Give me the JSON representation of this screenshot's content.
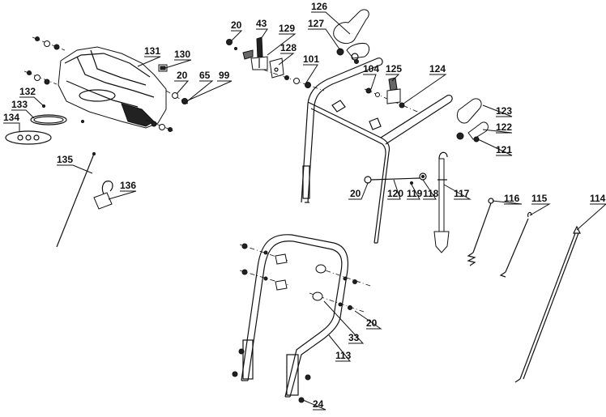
{
  "callouts": [
    {
      "id": "c126",
      "text": "126"
    },
    {
      "id": "c127",
      "text": "127"
    },
    {
      "id": "c20a",
      "text": "20"
    },
    {
      "id": "c43",
      "text": "43"
    },
    {
      "id": "c129",
      "text": "129"
    },
    {
      "id": "c128",
      "text": "128"
    },
    {
      "id": "c131",
      "text": "131"
    },
    {
      "id": "c130",
      "text": "130"
    },
    {
      "id": "c101",
      "text": "101"
    },
    {
      "id": "c20b",
      "text": "20"
    },
    {
      "id": "c65",
      "text": "65"
    },
    {
      "id": "c99",
      "text": "99"
    },
    {
      "id": "c104",
      "text": "104"
    },
    {
      "id": "c125",
      "text": "125"
    },
    {
      "id": "c124",
      "text": "124"
    },
    {
      "id": "c132",
      "text": "132"
    },
    {
      "id": "c133",
      "text": "133"
    },
    {
      "id": "c134",
      "text": "134"
    },
    {
      "id": "c123",
      "text": "123"
    },
    {
      "id": "c122",
      "text": "122"
    },
    {
      "id": "c121",
      "text": "121"
    },
    {
      "id": "c135",
      "text": "135"
    },
    {
      "id": "c136",
      "text": "136"
    },
    {
      "id": "c20c",
      "text": "20"
    },
    {
      "id": "c120",
      "text": "120"
    },
    {
      "id": "c119",
      "text": "119"
    },
    {
      "id": "c118",
      "text": "118"
    },
    {
      "id": "c117",
      "text": "117"
    },
    {
      "id": "c116",
      "text": "116"
    },
    {
      "id": "c115",
      "text": "115"
    },
    {
      "id": "c114",
      "text": "114"
    },
    {
      "id": "c20d",
      "text": "20"
    },
    {
      "id": "c33",
      "text": "33"
    },
    {
      "id": "c113",
      "text": "113"
    },
    {
      "id": "c24",
      "text": "24"
    }
  ]
}
